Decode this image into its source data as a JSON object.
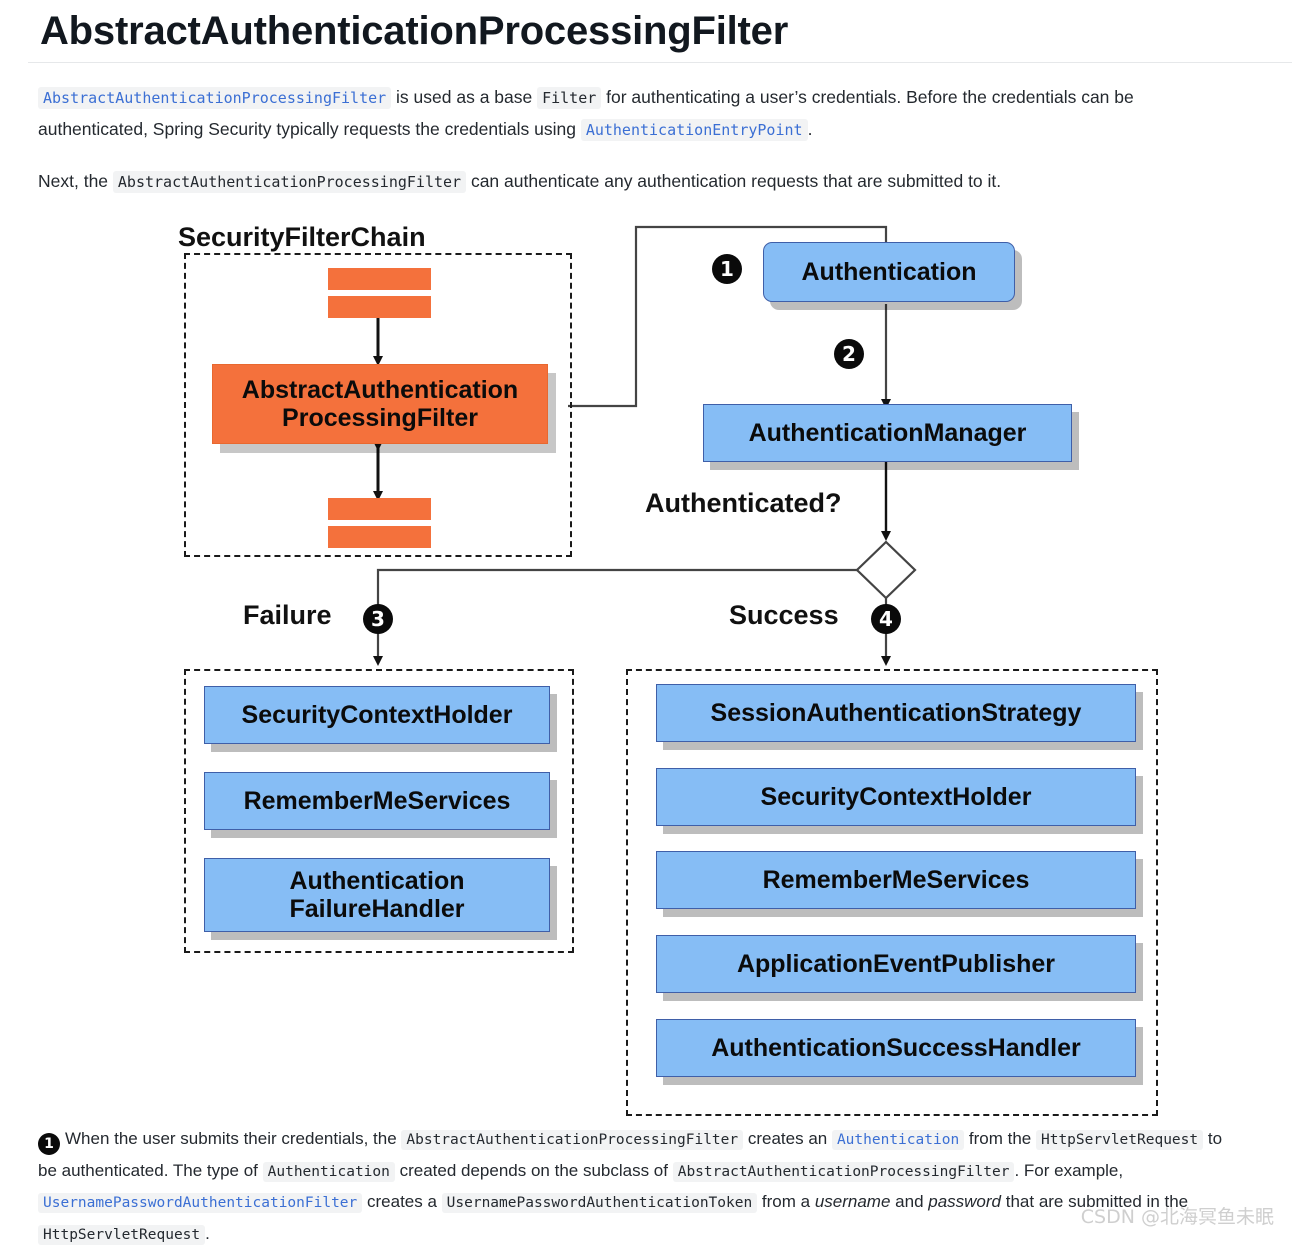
{
  "page": {
    "title": "AbstractAuthenticationProcessingFilter",
    "watermark": "CSDN @北海冥鱼未眠"
  },
  "intro": {
    "p1": {
      "code1": "AbstractAuthenticationProcessingFilter",
      "t1": " is used as a base ",
      "code2": "Filter",
      "t2": " for authenticating a user’s credentials. Before the credentials can be authenticated, Spring Security typically requests the credentials using ",
      "code3": "AuthenticationEntryPoint",
      "t3": "."
    },
    "p2": {
      "t1": "Next, the ",
      "code1": "AbstractAuthenticationProcessingFilter",
      "t2": " can authenticate any authentication requests that are submitted to it."
    }
  },
  "diagram": {
    "labels": {
      "security_filter_chain": "SecurityFilterChain",
      "authenticated_question": "Authenticated?",
      "failure": "Failure",
      "success": "Success"
    },
    "markers": {
      "one": "1",
      "two": "2",
      "three": "3",
      "four": "4"
    },
    "filter_box": "AbstractAuthentication\nProcessingFilter",
    "filter_box_line1": "AbstractAuthentication",
    "filter_box_line2": "ProcessingFilter",
    "authentication": "Authentication",
    "authentication_manager": "AuthenticationManager",
    "failure_items": [
      "SecurityContextHolder",
      "RememberMeServices",
      "Authentication\nFailureHandler"
    ],
    "failure_item_3_line1": "Authentication",
    "failure_item_3_line2": "FailureHandler",
    "success_items": [
      "SessionAuthenticationStrategy",
      "SecurityContextHolder",
      "RememberMeServices",
      "ApplicationEventPublisher",
      "AuthenticationSuccessHandler"
    ],
    "colors": {
      "filter_orange": "#f4713c",
      "component_blue": "#86bdf5",
      "component_border": "#3f5fa8",
      "marker_black": "#0a0a0a"
    }
  },
  "footnote": {
    "marker": "1",
    "t1": "When the user submits their credentials, the ",
    "code1": "AbstractAuthenticationProcessingFilter",
    "t2": " creates an ",
    "code2": "Authentication",
    "t3": " from the ",
    "code3": "HttpServletRequest",
    "t4": " to be authenticated. The type of ",
    "code4": "Authentication",
    "t5": " created depends on the subclass of ",
    "code5": "AbstractAuthenticationProcessingFilter",
    "t6": ". For example, ",
    "code6": "UsernamePasswordAuthenticationFilter",
    "t7": " creates a ",
    "code7": "UsernamePasswordAuthenticationToken",
    "t8": " from a ",
    "em1": "username",
    "t9": " and ",
    "em2": "password",
    "t10": " that are submitted in the ",
    "code8": "HttpServletRequest",
    "t11": "."
  }
}
